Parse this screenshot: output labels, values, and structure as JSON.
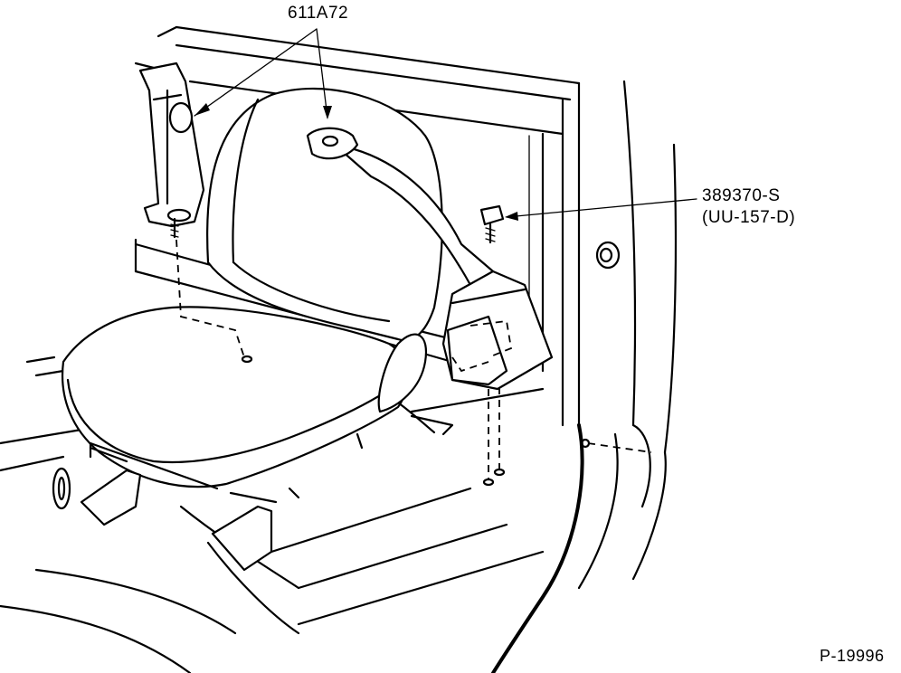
{
  "callouts": {
    "belt_part": "611A72",
    "bolt_part": "389370-S",
    "bolt_part_alt": "(UU-157-D)"
  },
  "figure_number": "P-19996"
}
